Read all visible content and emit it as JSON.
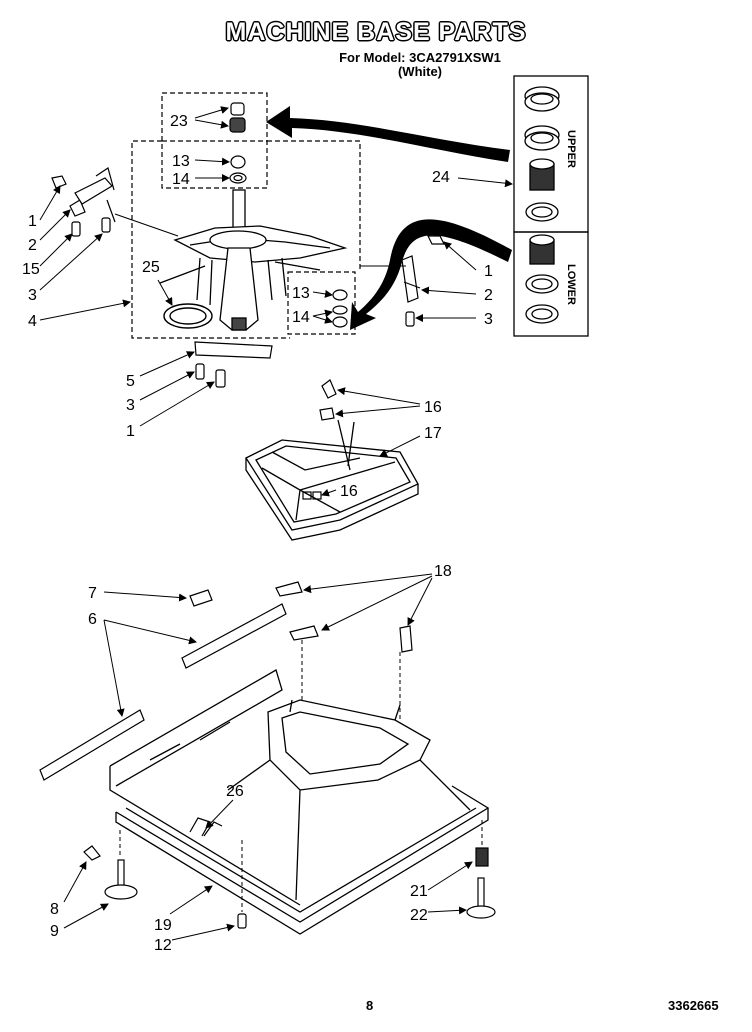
{
  "header": {
    "title": "MACHINE BASE PARTS",
    "model_line": "For Model: 3CA2791XSW1",
    "color_line": "(White)"
  },
  "footer": {
    "page_number": "8",
    "doc_code": "3362665"
  },
  "kit_labels": {
    "upper": "UPPER",
    "lower": "LOWER"
  },
  "callouts": [
    {
      "id": "c23",
      "text": "23"
    },
    {
      "id": "c13a",
      "text": "13"
    },
    {
      "id": "c14a",
      "text": "14"
    },
    {
      "id": "c1a",
      "text": "1"
    },
    {
      "id": "c2a",
      "text": "2"
    },
    {
      "id": "c15",
      "text": "15"
    },
    {
      "id": "c3a",
      "text": "3"
    },
    {
      "id": "c4",
      "text": "4"
    },
    {
      "id": "c25",
      "text": "25"
    },
    {
      "id": "c24",
      "text": "24"
    },
    {
      "id": "c1b",
      "text": "1"
    },
    {
      "id": "c2b",
      "text": "2"
    },
    {
      "id": "c3b",
      "text": "3"
    },
    {
      "id": "c13b",
      "text": "13"
    },
    {
      "id": "c14b",
      "text": "14"
    },
    {
      "id": "c5",
      "text": "5"
    },
    {
      "id": "c3c",
      "text": "3"
    },
    {
      "id": "c1c",
      "text": "1"
    },
    {
      "id": "c16a",
      "text": "16"
    },
    {
      "id": "c17",
      "text": "17"
    },
    {
      "id": "c16b",
      "text": "16"
    },
    {
      "id": "c7",
      "text": "7"
    },
    {
      "id": "c18",
      "text": "18"
    },
    {
      "id": "c6",
      "text": "6"
    },
    {
      "id": "c26",
      "text": "26"
    },
    {
      "id": "c8",
      "text": "8"
    },
    {
      "id": "c9",
      "text": "9"
    },
    {
      "id": "c19",
      "text": "19"
    },
    {
      "id": "c12",
      "text": "12"
    },
    {
      "id": "c21",
      "text": "21"
    },
    {
      "id": "c22",
      "text": "22"
    }
  ]
}
